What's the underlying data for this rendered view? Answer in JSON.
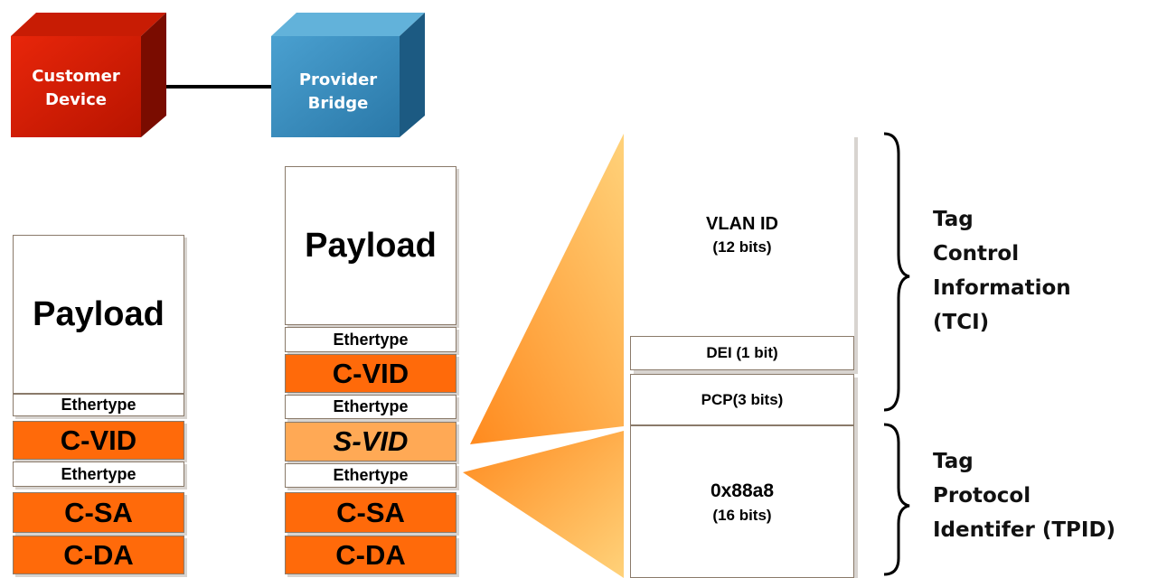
{
  "devices": {
    "customer": {
      "label_line1": "Customer",
      "label_line2": "Device",
      "color": "#e01e00"
    },
    "provider": {
      "label_line1": "Provider",
      "label_line2": "Bridge",
      "color": "#3a8ec0"
    }
  },
  "frame_customer": {
    "payload": "Payload",
    "ethertype_top": "Ethertype",
    "cvid": "C-VID",
    "ethertype_bottom": "Ethertype",
    "csa": "C-SA",
    "cda": "C-DA"
  },
  "frame_provider": {
    "payload": "Payload",
    "ethertype_1": "Ethertype",
    "cvid": "C-VID",
    "ethertype_2": "Ethertype",
    "svid": "S-VID",
    "ethertype_3": "Ethertype",
    "csa": "C-SA",
    "cda": "C-DA"
  },
  "tag_detail": {
    "vlan_id": "VLAN ID",
    "vlan_bits": "(12 bits)",
    "dei": "DEI (1 bit)",
    "pcp": "PCP(3 bits)",
    "tpid_value": "0x88a8",
    "tpid_bits": "(16 bits)"
  },
  "brace_labels": {
    "tci": [
      "Tag",
      "Control",
      "Information",
      "(TCI)"
    ],
    "tpid": [
      "Tag",
      "Protocol",
      "Identifer (TPID)"
    ]
  },
  "colors": {
    "orange": "#ff6a0a",
    "light_orange": "#ffa955",
    "cone_light": "#ffd27a",
    "cone_dark": "#ff8a1e"
  }
}
